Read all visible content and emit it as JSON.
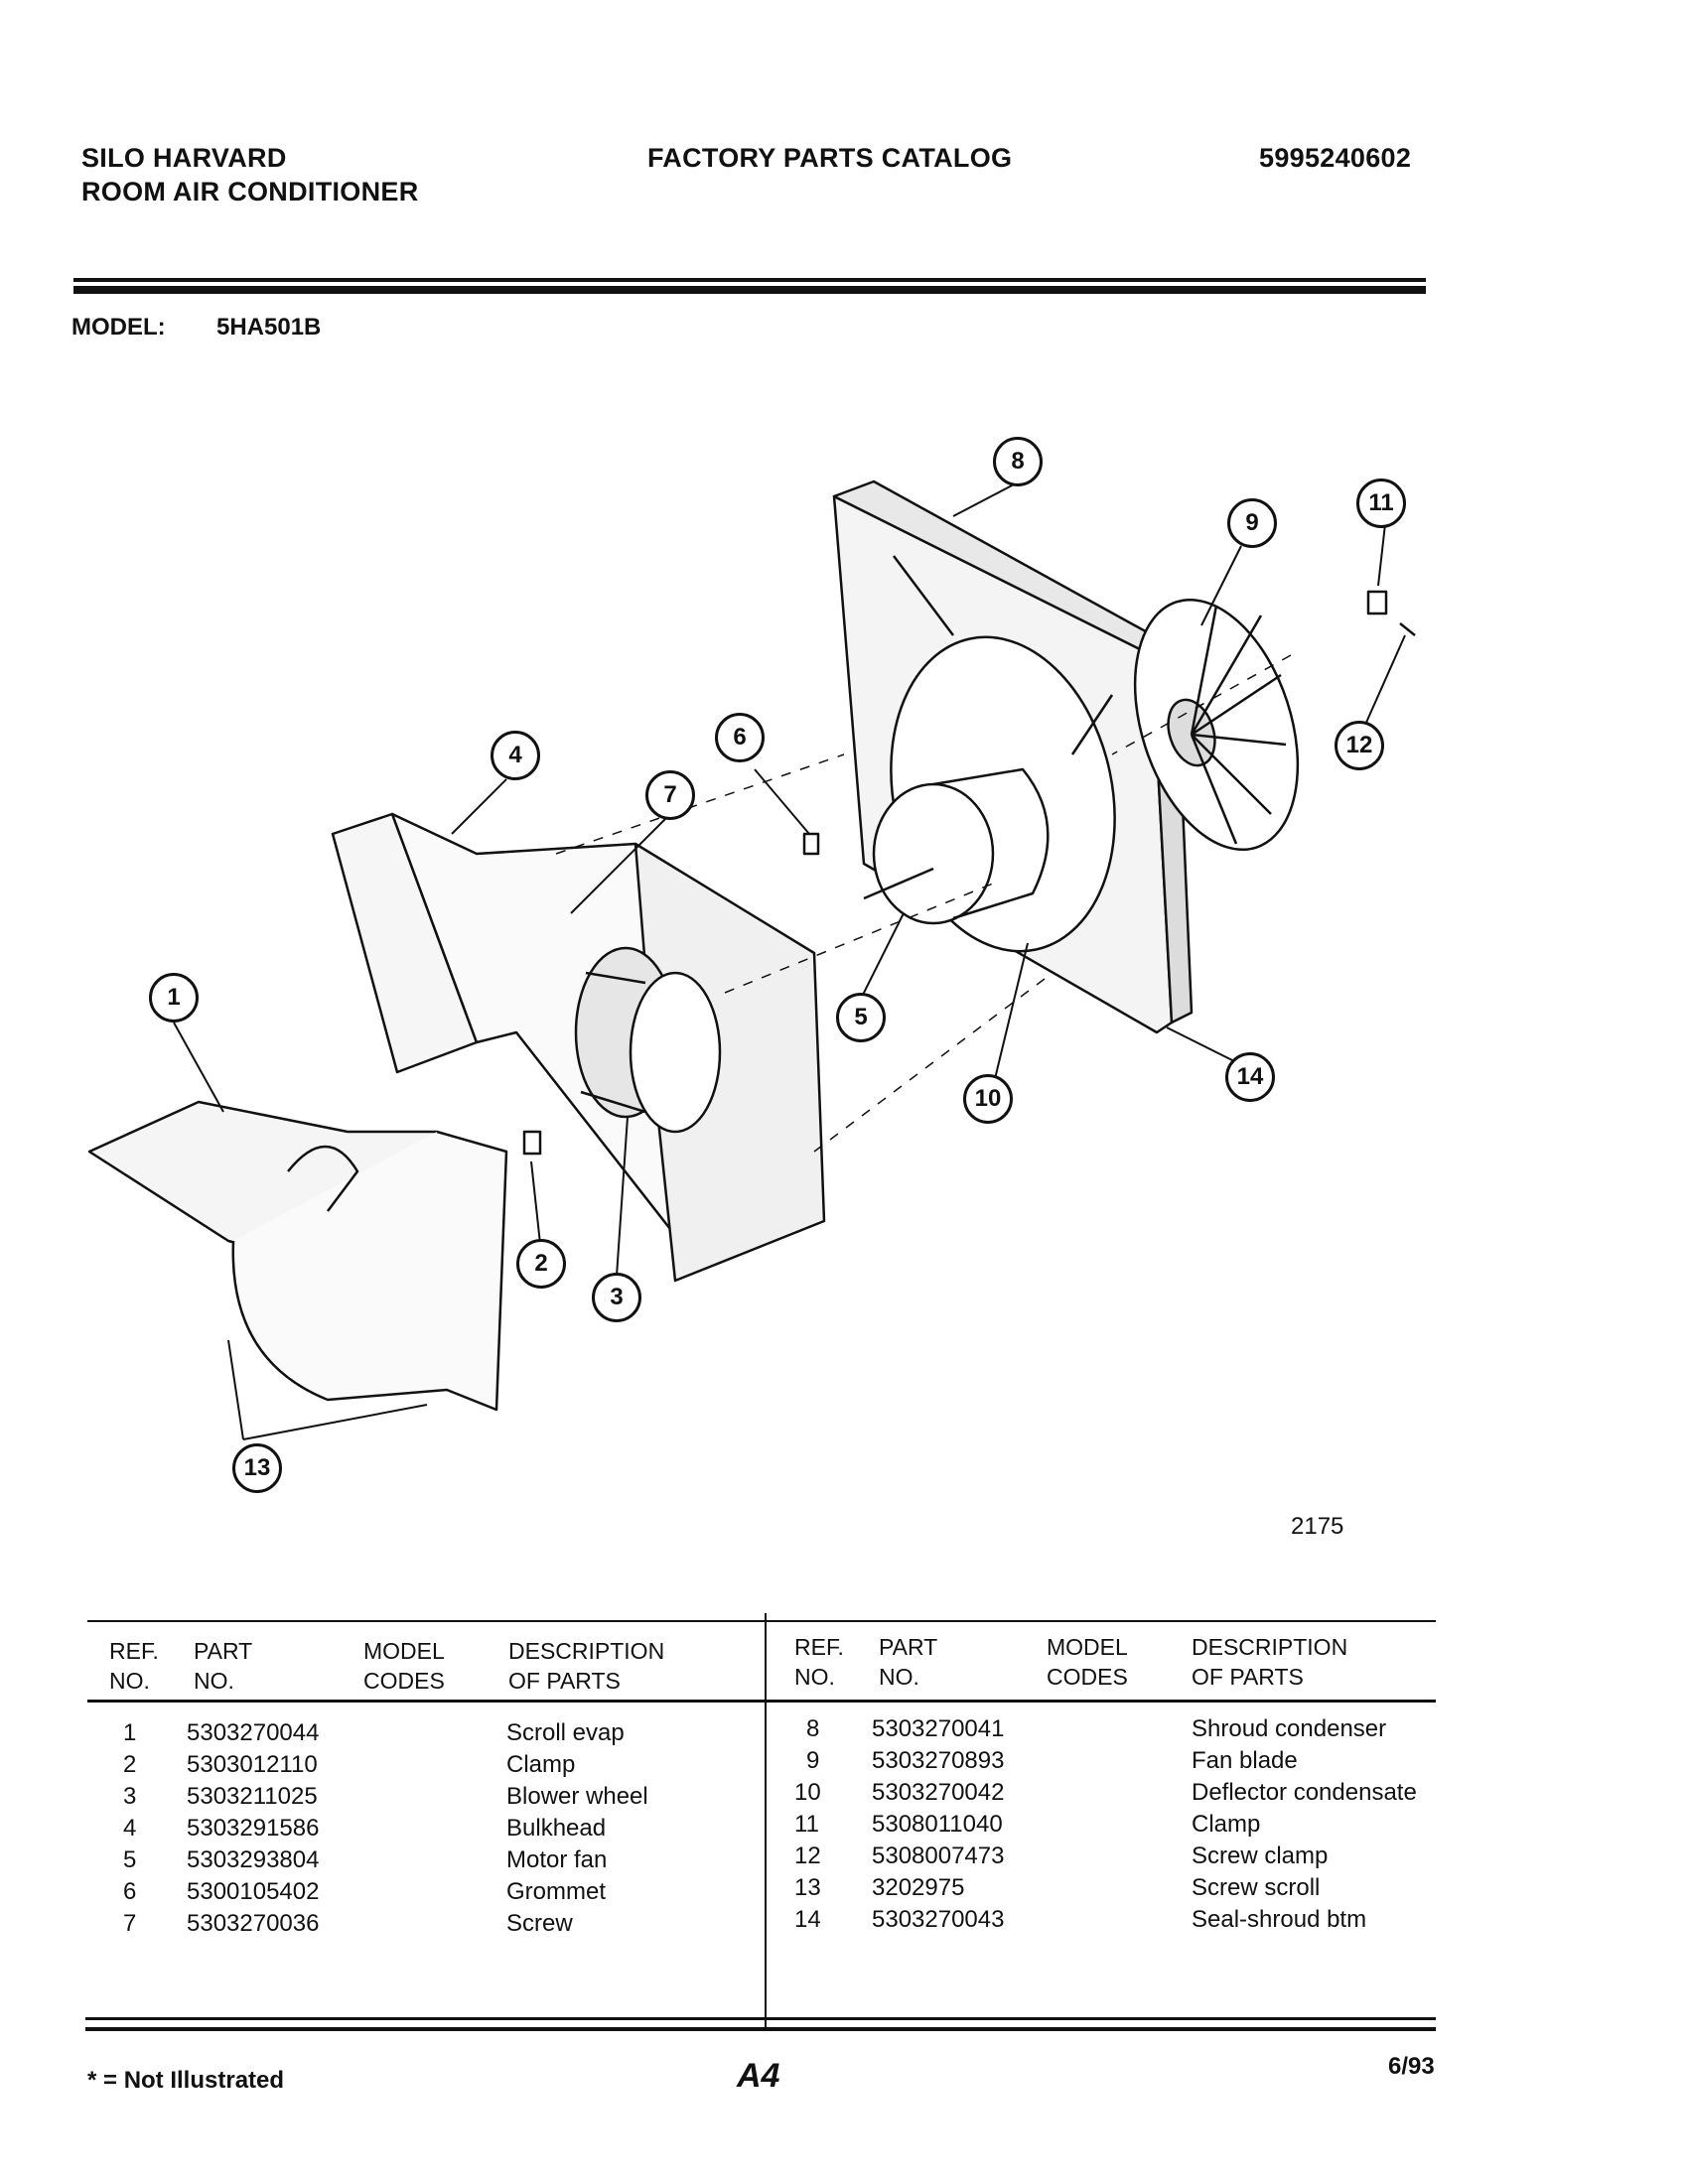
{
  "header": {
    "brand_line1": "SILO HARVARD",
    "brand_line2": "ROOM AIR CONDITIONER",
    "catalog_title": "FACTORY PARTS CATALOG",
    "catalog_number": "5995240602"
  },
  "model": {
    "label": "MODEL:",
    "value": "5HA501B"
  },
  "diagram": {
    "figure_number": "2175",
    "callouts": [
      "1",
      "2",
      "3",
      "4",
      "5",
      "6",
      "7",
      "8",
      "9",
      "10",
      "11",
      "12",
      "13",
      "14"
    ]
  },
  "table": {
    "headers": {
      "ref_no": [
        "REF.",
        "NO."
      ],
      "part_no": [
        "PART",
        "NO."
      ],
      "model_codes": [
        "MODEL",
        "CODES"
      ],
      "description": [
        "DESCRIPTION",
        "OF PARTS"
      ]
    },
    "left_rows": [
      {
        "ref": "1",
        "part": "5303270044",
        "codes": "",
        "desc": "Scroll evap"
      },
      {
        "ref": "2",
        "part": "5303012110",
        "codes": "",
        "desc": "Clamp"
      },
      {
        "ref": "3",
        "part": "5303211025",
        "codes": "",
        "desc": "Blower wheel"
      },
      {
        "ref": "4",
        "part": "5303291586",
        "codes": "",
        "desc": "Bulkhead"
      },
      {
        "ref": "5",
        "part": "5303293804",
        "codes": "",
        "desc": "Motor fan"
      },
      {
        "ref": "6",
        "part": "5300105402",
        "codes": "",
        "desc": "Grommet"
      },
      {
        "ref": "7",
        "part": "5303270036",
        "codes": "",
        "desc": "Screw"
      }
    ],
    "right_rows": [
      {
        "ref": "8",
        "part": "5303270041",
        "codes": "",
        "desc": "Shroud condenser"
      },
      {
        "ref": "9",
        "part": "5303270893",
        "codes": "",
        "desc": "Fan blade"
      },
      {
        "ref": "10",
        "part": "5303270042",
        "codes": "",
        "desc": "Deflector condensate"
      },
      {
        "ref": "11",
        "part": "5308011040",
        "codes": "",
        "desc": "Clamp"
      },
      {
        "ref": "12",
        "part": "5308007473",
        "codes": "",
        "desc": "Screw clamp"
      },
      {
        "ref": "13",
        "part": "3202975",
        "codes": "",
        "desc": "Screw scroll"
      },
      {
        "ref": "14",
        "part": "5303270043",
        "codes": "",
        "desc": "Seal-shroud btm"
      }
    ]
  },
  "footer": {
    "note": "* = Not Illustrated",
    "page": "A4",
    "date": "6/93"
  }
}
